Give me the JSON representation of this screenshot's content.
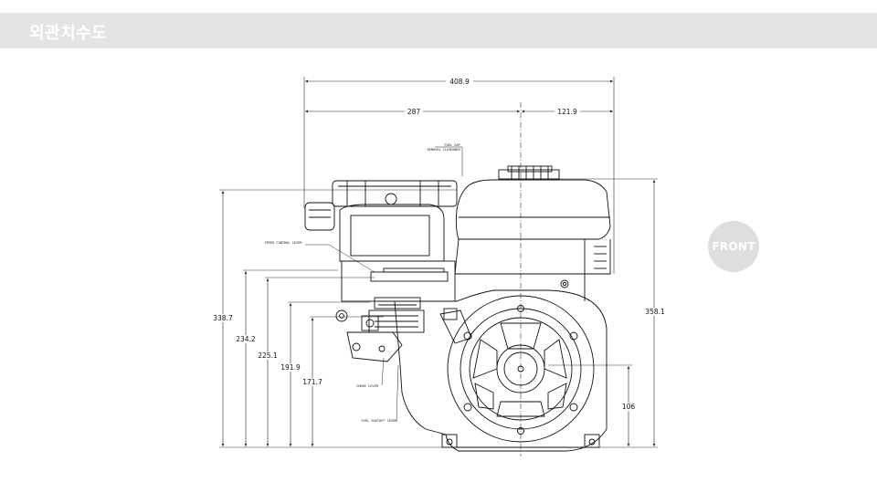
{
  "header": {
    "title": "외관치수도"
  },
  "badge": {
    "label": "FRONT"
  },
  "dimensions": {
    "overall_width": "408.9",
    "left_width": "287",
    "right_width": "121.9",
    "height_total": "338.7",
    "height_2": "234.2",
    "height_3": "225.1",
    "height_4": "191.9",
    "height_5": "171.7",
    "height_right": "358.1",
    "shaft_height": "106"
  },
  "callouts": {
    "fuel_cap_line1": "FUEL CAP",
    "fuel_cap_line2": "REMOVAL CLEARANCE",
    "speed_control": "SPEED CONTROL LEVER",
    "choke": "CHOKE LEVER",
    "fuel_shutoff": "FUEL SHUTOFF LEVER"
  }
}
